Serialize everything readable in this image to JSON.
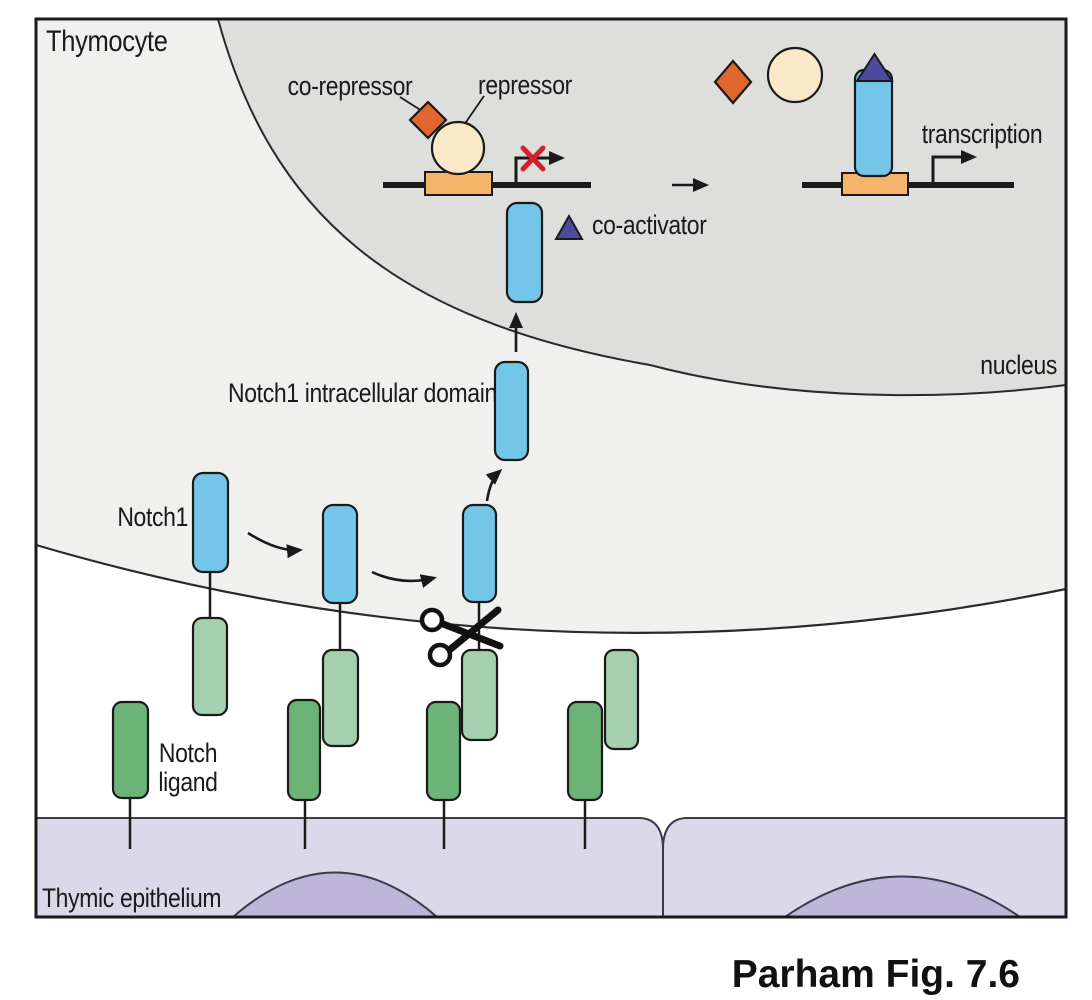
{
  "caption": "Parham Fig. 7.6",
  "diagram": {
    "labels": {
      "thymocyte": "Thymocyte",
      "nucleus": "nucleus",
      "thymic_epithelium": "Thymic epithelium",
      "notch1": "Notch1",
      "notch1_icd": "Notch1 intracellular domain",
      "notch_ligand_line1": "Notch",
      "notch_ligand_line2": "ligand",
      "co_repressor": "co-repressor",
      "repressor": "repressor",
      "co_activator": "co-activator",
      "transcription": "transcription"
    },
    "icons": {
      "scissors_icon": "proteolytic-cleavage-scissors",
      "blocked_x_icon": "transcription-blocked-cross",
      "arrow_icon": "process-step-arrow"
    },
    "colors": {
      "thymocyte_gray": "#F0F0EE",
      "nucleus_gray": "#DEDEDC",
      "notch_receptor_blue": "#74C6E9",
      "notch_extracellular_green": "#A5CFAF",
      "ligand_green": "#6BB377",
      "epithelium_lavender": "#DBD8EA",
      "epithelium_nucleus_lavender": "#BDB6D9",
      "co_repressor_orange": "#E0662D",
      "repressor_cream": "#FAE8C8",
      "promoter_orange": "#F4B469",
      "co_activator_purple": "#4E4A9C",
      "blocked_red": "#D4202C",
      "white": "#FFFFFF",
      "outline": "#1A1A1A"
    }
  }
}
